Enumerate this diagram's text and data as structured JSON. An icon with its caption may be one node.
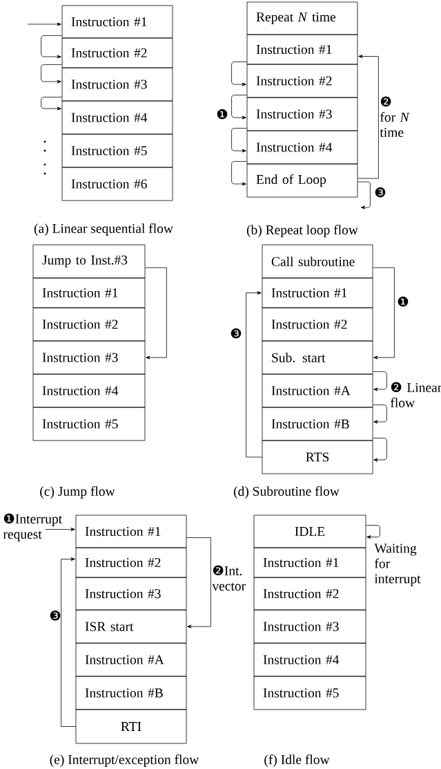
{
  "diagram": {
    "nodes": [
      {
        "text": [
          "Instruction #1"
        ]
      },
      {
        "text": [
          "Instruction #2"
        ]
      },
      {
        "text": [
          "Instruction #3"
        ]
      },
      {
        "text": [
          "Instruction #4"
        ]
      },
      {
        "text": [
          "Instruction #5"
        ]
      },
      {
        "text": [
          "Instruction #6"
        ]
      },
      {
        "text": [
          "Repeat *N* time"
        ]
      },
      {
        "text": [
          "Instruction #1"
        ]
      },
      {
        "text": [
          "Instruction #2"
        ]
      },
      {
        "text": [
          "Instruction #3"
        ]
      },
      {
        "text": [
          "Instruction #4"
        ]
      },
      {
        "text": [
          "End of Loop"
        ]
      },
      {
        "text": [
          "Jump to Inst.#3"
        ]
      },
      {
        "text": [
          "Instruction #1"
        ]
      },
      {
        "text": [
          "Instruction #2"
        ]
      },
      {
        "text": [
          "Instruction #3"
        ]
      },
      {
        "text": [
          "Instruction #4"
        ]
      },
      {
        "text": [
          "Instruction #5"
        ]
      },
      {
        "text": [
          "Call subroutine"
        ]
      },
      {
        "text": [
          "Instruction #1"
        ]
      },
      {
        "text": [
          "Instruction #2"
        ]
      },
      {
        "text": [
          "Sub. start"
        ]
      },
      {
        "text": [
          "Instruction #A"
        ]
      },
      {
        "text": [
          "Instruction #B"
        ]
      },
      {
        "text": [
          "RTS"
        ]
      },
      {
        "text": [
          "Instruction #1"
        ]
      },
      {
        "text": [
          "Instruction #2"
        ]
      },
      {
        "text": [
          "Instruction #3"
        ]
      },
      {
        "text": [
          "ISR start"
        ]
      },
      {
        "text": [
          "Instruction #A"
        ]
      },
      {
        "text": [
          "Instruction #B"
        ]
      },
      {
        "text": [
          "RTI"
        ]
      },
      {
        "text": [
          "IDLE"
        ]
      },
      {
        "text": [
          "Instruction #1"
        ]
      },
      {
        "text": [
          "Instruction #2"
        ]
      },
      {
        "text": [
          "Instruction #3"
        ]
      },
      {
        "text": [
          "Instruction #4"
        ]
      },
      {
        "text": [
          "Instruction #5"
        ]
      }
    ],
    "edges": [
      {
        "from": null,
        "to": 0,
        "arrow": "to"
      },
      {
        "from": 0,
        "to": 1,
        "arrow": "to"
      },
      {
        "from": 1,
        "to": 2,
        "arrow": "to"
      },
      {
        "from": 2,
        "to": 3,
        "arrow": "to"
      },
      {
        "from": 7,
        "to": 8,
        "arrow": "to"
      },
      {
        "from": 8,
        "to": 9,
        "arrow": "to"
      },
      {
        "from": 9,
        "to": 10,
        "arrow": "to"
      },
      {
        "from": 10,
        "to": 11,
        "arrow": "to"
      },
      {
        "from": 11,
        "to": 7,
        "arrow": "to",
        "label": "❷ for *N* time"
      },
      {
        "from": 11,
        "to": null,
        "arrow": "to",
        "label": "❸"
      },
      {
        "from": 12,
        "to": 15,
        "arrow": "to"
      },
      {
        "from": 18,
        "to": 21,
        "arrow": "to",
        "label": "❶"
      },
      {
        "from": 21,
        "to": 22,
        "arrow": "to"
      },
      {
        "from": 22,
        "to": 23,
        "arrow": "to"
      },
      {
        "from": 23,
        "to": 24,
        "arrow": "to"
      },
      {
        "from": 24,
        "to": 19,
        "arrow": "to",
        "label": "❸"
      },
      {
        "from": null,
        "to": 25,
        "arrow": "to",
        "label": "❶Interrupt request"
      },
      {
        "from": 25,
        "to": 28,
        "arrow": "to",
        "label": "❷Int. vector"
      },
      {
        "from": 31,
        "to": 26,
        "arrow": "to",
        "label": "❸"
      },
      {
        "from": 32,
        "to": 32,
        "arrow": "to",
        "label": "Waiting for interrupt"
      }
    ],
    "labels": [
      "❶",
      "(a) Linear sequential flow",
      "(b) Repeat loop flow",
      "❷ Linear flow",
      "(c) Jump flow",
      "(d) Subroutine flow",
      "(e) Interrupt/exception flow",
      "(f) Idle flow"
    ]
  }
}
